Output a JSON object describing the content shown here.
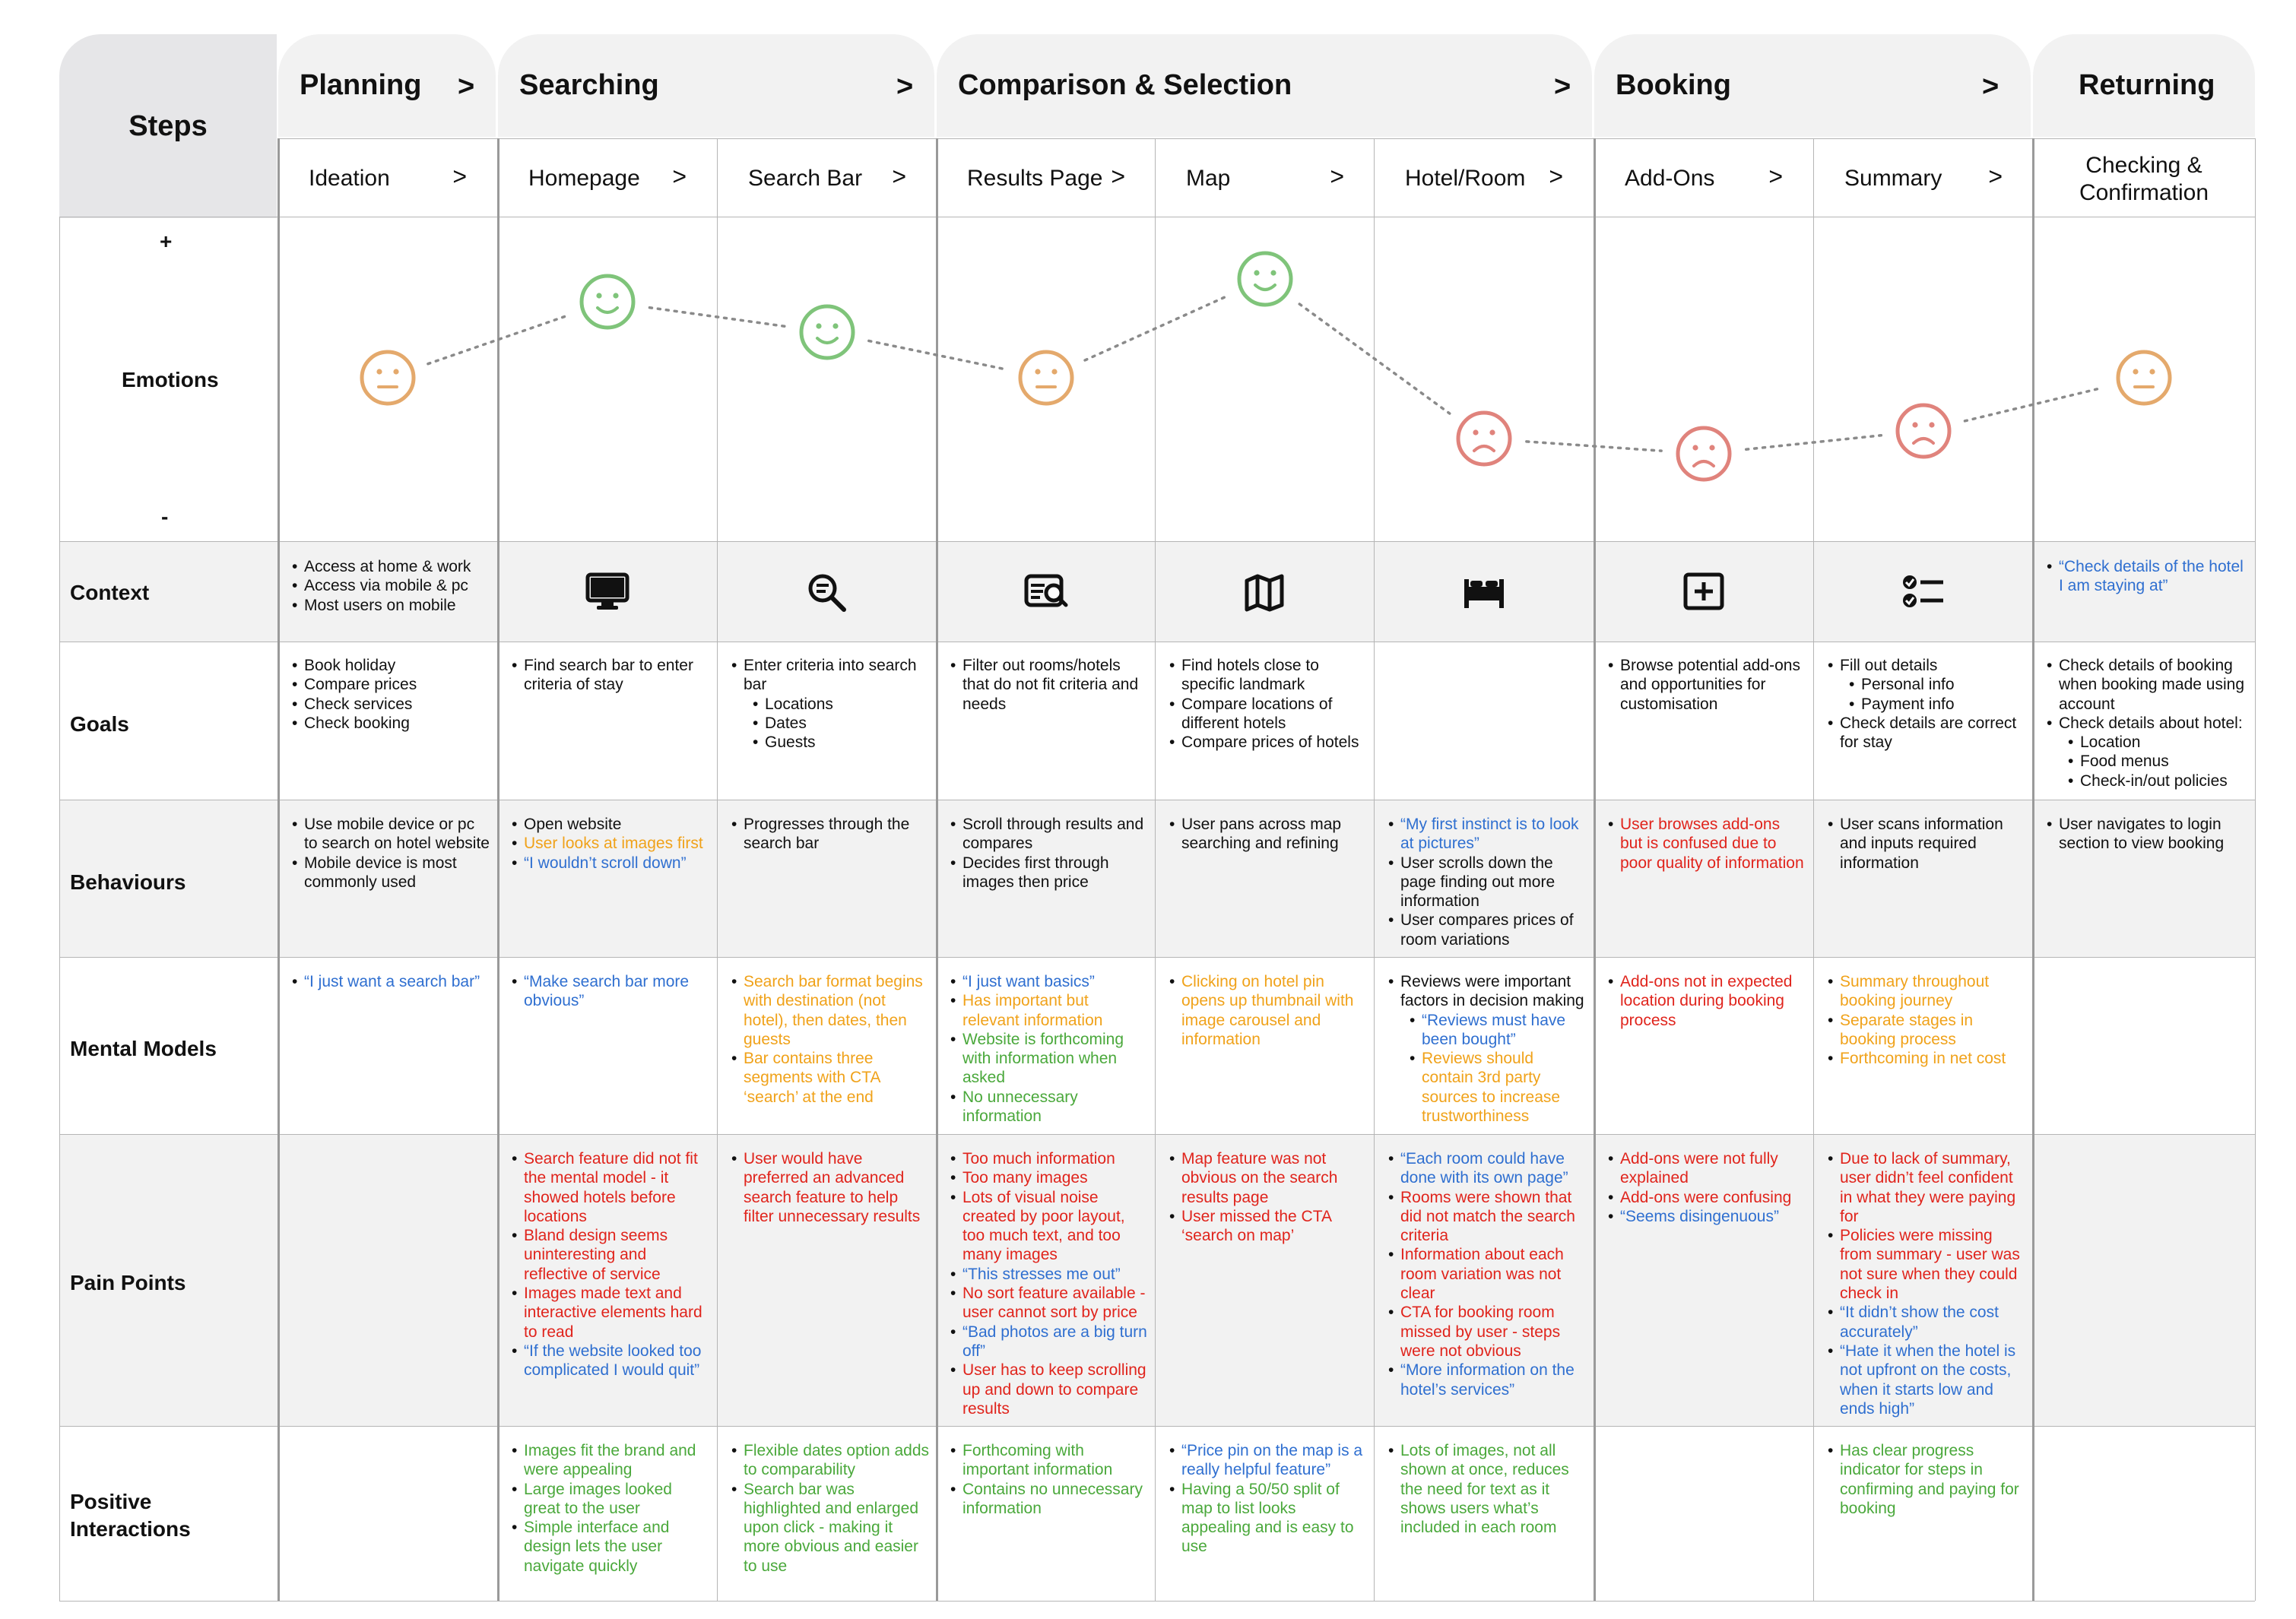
{
  "header": {
    "steps_label": "Steps",
    "phases": [
      {
        "label": "Planning"
      },
      {
        "label": "Searching"
      },
      {
        "label": "Comparison & Selection"
      },
      {
        "label": "Booking"
      },
      {
        "label": "Returning"
      }
    ],
    "chevron": ">"
  },
  "stages": [
    {
      "label": "Ideation"
    },
    {
      "label": "Homepage"
    },
    {
      "label": "Search Bar"
    },
    {
      "label": "Results Page"
    },
    {
      "label": "Map"
    },
    {
      "label": "Hotel/Room"
    },
    {
      "label": "Add-Ons"
    },
    {
      "label": "Summary"
    },
    {
      "label": "Checking & Confirmation"
    }
  ],
  "rows": {
    "emotions": "Emotions",
    "emotions_plus": "+",
    "emotions_minus": "-",
    "context": "Context",
    "goals": "Goals",
    "behaviours": "Behaviours",
    "mental_models": "Mental Models",
    "pain_points": "Pain Points",
    "positive_interactions": "Positive Interactions"
  },
  "emotions": {
    "levels": [
      "neutral",
      "happy",
      "happy",
      "neutral",
      "happy",
      "sad",
      "sad",
      "sad",
      "neutral"
    ],
    "scores": [
      0,
      0.5,
      0.3,
      0,
      0.65,
      -0.4,
      -0.5,
      -0.35,
      0
    ],
    "colors": {
      "happy": "#7fc47a",
      "neutral": "#e4a96c",
      "sad": "#e0837c"
    }
  },
  "context_icons": [
    "none",
    "monitor-icon",
    "search-icon",
    "compare-icon",
    "map-icon",
    "bed-icon",
    "add-box-icon",
    "checklist-icon",
    "none"
  ],
  "cells": {
    "context": [
      [
        {
          "t": "Access at home & work",
          "c": "black"
        },
        {
          "t": "Access via mobile & pc",
          "c": "black"
        },
        {
          "t": "Most users on mobile",
          "c": "black"
        }
      ],
      [],
      [],
      [],
      [],
      [],
      [],
      [],
      [
        {
          "t": "“Check details of the hotel I am staying at”",
          "c": "blue"
        }
      ]
    ],
    "goals": [
      [
        {
          "t": "Book holiday",
          "c": "black"
        },
        {
          "t": "Compare prices",
          "c": "black"
        },
        {
          "t": "Check services",
          "c": "black"
        },
        {
          "t": "Check booking",
          "c": "black"
        }
      ],
      [
        {
          "t": "Find search bar to enter criteria of stay",
          "c": "black"
        }
      ],
      [
        {
          "t": "Enter criteria into search bar",
          "c": "black"
        },
        {
          "t": "Locations",
          "c": "black",
          "sub": true
        },
        {
          "t": "Dates",
          "c": "black",
          "sub": true
        },
        {
          "t": "Guests",
          "c": "black",
          "sub": true
        }
      ],
      [
        {
          "t": "Filter out rooms/hotels that do not fit criteria and needs",
          "c": "black"
        }
      ],
      [
        {
          "t": "Find hotels close to specific landmark",
          "c": "black"
        },
        {
          "t": "Compare locations of different hotels",
          "c": "black"
        },
        {
          "t": "Compare prices of hotels",
          "c": "black"
        }
      ],
      [],
      [
        {
          "t": "Browse potential add-ons and opportunities for customisation",
          "c": "black"
        }
      ],
      [
        {
          "t": "Fill out details",
          "c": "black"
        },
        {
          "t": "Personal info",
          "c": "black",
          "sub": true
        },
        {
          "t": "Payment info",
          "c": "black",
          "sub": true
        },
        {
          "t": "Check details are correct for stay",
          "c": "black"
        }
      ],
      [
        {
          "t": "Check details of booking when booking made using account",
          "c": "black"
        },
        {
          "t": "Check details about hotel:",
          "c": "black"
        },
        {
          "t": "Location",
          "c": "black",
          "sub": true
        },
        {
          "t": "Food menus",
          "c": "black",
          "sub": true
        },
        {
          "t": "Check-in/out policies",
          "c": "black",
          "sub": true
        }
      ]
    ],
    "behaviours": [
      [
        {
          "t": "Use mobile device or pc to search on hotel website",
          "c": "black"
        },
        {
          "t": "Mobile device is most commonly used",
          "c": "black"
        }
      ],
      [
        {
          "t": "Open website",
          "c": "black"
        },
        {
          "t": "User looks at images first",
          "c": "orange"
        },
        {
          "t": "“I wouldn’t scroll down”",
          "c": "blue"
        }
      ],
      [
        {
          "t": "Progresses through the search bar",
          "c": "black"
        }
      ],
      [
        {
          "t": "Scroll through results and compares",
          "c": "black"
        },
        {
          "t": "Decides first through images then price",
          "c": "black"
        }
      ],
      [
        {
          "t": "User pans across map searching and refining",
          "c": "black"
        }
      ],
      [
        {
          "t": "“My first instinct is to look at pictures”",
          "c": "blue"
        },
        {
          "t": "User scrolls down the page finding out more information",
          "c": "black"
        },
        {
          "t": "User compares prices of room variations",
          "c": "black"
        }
      ],
      [
        {
          "t": "User browses add-ons but is confused due to poor quality of information",
          "c": "red"
        }
      ],
      [
        {
          "t": "User scans information and inputs required information",
          "c": "black"
        }
      ],
      [
        {
          "t": "User navigates to login section to view booking",
          "c": "black"
        }
      ]
    ],
    "mental_models": [
      [
        {
          "t": "“I just want a search bar”",
          "c": "blue"
        }
      ],
      [
        {
          "t": "“Make search bar more obvious”",
          "c": "blue"
        }
      ],
      [
        {
          "t": "Search bar format begins with destination (not hotel), then dates, then guests",
          "c": "orange"
        },
        {
          "t": "Bar contains three segments with CTA ‘search’ at the end",
          "c": "orange"
        }
      ],
      [
        {
          "t": "“I just want basics”",
          "c": "blue"
        },
        {
          "t": "Has important but relevant information",
          "c": "orange"
        },
        {
          "t": "Website is forthcoming with information when asked",
          "c": "green"
        },
        {
          "t": "No unnecessary information",
          "c": "green"
        }
      ],
      [
        {
          "t": "Clicking on hotel pin opens up thumbnail with image carousel and information",
          "c": "orange"
        }
      ],
      [
        {
          "t": "Reviews were important factors in decision making",
          "c": "black"
        },
        {
          "t": "“Reviews must have been bought”",
          "c": "blue",
          "sub": true
        },
        {
          "t": "Reviews should contain 3rd party sources to increase trustworthiness",
          "c": "orange",
          "sub": true
        }
      ],
      [
        {
          "t": "Add-ons not in expected location during booking process",
          "c": "red"
        }
      ],
      [
        {
          "t": "Summary throughout booking journey",
          "c": "orange"
        },
        {
          "t": "Separate stages in booking process",
          "c": "orange"
        },
        {
          "t": "Forthcoming in net cost",
          "c": "orange"
        }
      ],
      []
    ],
    "pain_points": [
      [],
      [
        {
          "t": "Search feature did not fit the mental model - it showed hotels before locations",
          "c": "red"
        },
        {
          "t": "Bland design seems uninteresting and reflective of service",
          "c": "red"
        },
        {
          "t": "Images made text and interactive elements hard to read",
          "c": "red"
        },
        {
          "t": "“If the website looked too complicated I would quit”",
          "c": "blue"
        }
      ],
      [
        {
          "t": "User would have preferred an advanced search feature to help filter unnecessary results",
          "c": "red"
        }
      ],
      [
        {
          "t": "Too much information",
          "c": "red"
        },
        {
          "t": "Too many images",
          "c": "red"
        },
        {
          "t": "Lots of visual noise created by poor layout, too much text, and too many images",
          "c": "red"
        },
        {
          "t": "“This stresses me out”",
          "c": "blue"
        },
        {
          "t": "No sort feature available - user cannot sort by price",
          "c": "red"
        },
        {
          "t": "“Bad photos are a big turn off”",
          "c": "blue"
        },
        {
          "t": "User has to keep scrolling up and down to compare results",
          "c": "red"
        }
      ],
      [
        {
          "t": "Map feature was not obvious on the search results page",
          "c": "red"
        },
        {
          "t": "User missed the CTA ‘search on map’",
          "c": "red"
        }
      ],
      [
        {
          "t": "“Each room could have done with its own page”",
          "c": "blue"
        },
        {
          "t": "Rooms were shown that did not match the search criteria",
          "c": "red"
        },
        {
          "t": "Information about each room variation was not clear",
          "c": "red"
        },
        {
          "t": "CTA for booking room missed by user - steps were not obvious",
          "c": "red"
        },
        {
          "t": "“More information on the hotel’s services”",
          "c": "blue"
        }
      ],
      [
        {
          "t": "Add-ons were not fully explained",
          "c": "red"
        },
        {
          "t": "Add-ons were confusing",
          "c": "red"
        },
        {
          "t": "“Seems disingenuous”",
          "c": "blue"
        }
      ],
      [
        {
          "t": "Due to lack of summary, user didn’t feel confident in what they were paying for",
          "c": "red"
        },
        {
          "t": "Policies were missing from summary - user was not sure when they could check in",
          "c": "red"
        },
        {
          "t": "“It didn’t show the cost accurately”",
          "c": "blue"
        },
        {
          "t": "“Hate it when the hotel is not upfront on the costs, when it starts low and ends high”",
          "c": "blue"
        }
      ],
      []
    ],
    "positive_interactions": [
      [],
      [
        {
          "t": "Images fit the brand and were appealing",
          "c": "green"
        },
        {
          "t": "Large images looked great to the user",
          "c": "green"
        },
        {
          "t": "Simple interface and design lets the user navigate quickly",
          "c": "green"
        }
      ],
      [
        {
          "t": "Flexible dates option adds to comparability",
          "c": "green"
        },
        {
          "t": "Search bar was highlighted and enlarged upon click - making it more obvious and easier to use",
          "c": "green"
        }
      ],
      [
        {
          "t": "Forthcoming with important information",
          "c": "green"
        },
        {
          "t": "Contains no unnecessary information",
          "c": "green"
        }
      ],
      [
        {
          "t": "“Price pin on the map is a really helpful feature”",
          "c": "blue"
        },
        {
          "t": "Having a 50/50 split of map to list looks appealing and is easy to use",
          "c": "green"
        }
      ],
      [
        {
          "t": "Lots of images, not all shown at once, reduces the need for text as it shows users what’s included in each room",
          "c": "green"
        }
      ],
      [],
      [
        {
          "t": "Has clear progress indicator for steps in confirming and paying for booking",
          "c": "green"
        }
      ],
      []
    ]
  }
}
